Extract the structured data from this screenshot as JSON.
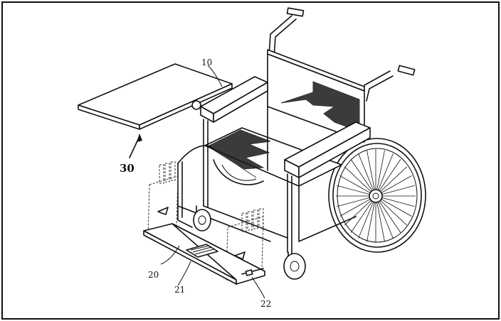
{
  "figure": {
    "labels": {
      "tray": "10",
      "table": "30",
      "footrest": "20",
      "pedal": "21",
      "hinge": "22"
    }
  }
}
